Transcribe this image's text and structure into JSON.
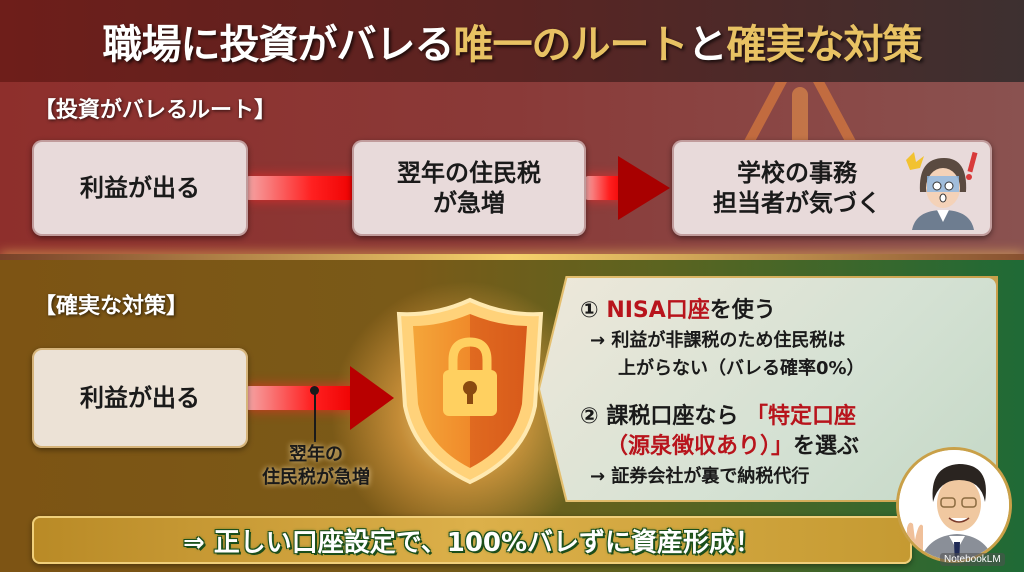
{
  "header": {
    "title_parts": [
      {
        "text": "職場に投資がバレる",
        "style": "white"
      },
      {
        "text": "唯一のルート",
        "style": "gold"
      },
      {
        "text": "と",
        "style": "white"
      },
      {
        "text": "確実な対策",
        "style": "gold"
      }
    ]
  },
  "route": {
    "label": "【投資がバレるルート】",
    "steps": [
      {
        "text": "利益が出る"
      },
      {
        "line1": "翌年の住民税",
        "line2": "が急増"
      },
      {
        "line1": "学校の事務",
        "line2": "担当者が気づく",
        "icon": "surprised-office-worker-icon"
      }
    ],
    "warning_icon": "warning-triangle-icon"
  },
  "measures": {
    "label": "【確実な対策】",
    "start": "利益が出る",
    "blocked_note_line1": "翌年の",
    "blocked_note_line2": "住民税が急増",
    "shield_icon": "shield-lock-icon",
    "items": [
      {
        "num": "①",
        "head_red": "NISA口座",
        "head_black": "を使う",
        "detail_line1": "→ 利益が非課税のため住民税は",
        "detail_line2": "上がらない（バレる確率0%）"
      },
      {
        "num": "②",
        "head_black": "課税口座なら",
        "head_red_line1": "「特定口座",
        "head_red_line2": "（源泉徴収あり）」",
        "head_black2": "を選ぶ",
        "detail_line1": "→ 証券会社が裏で納税代行"
      }
    ]
  },
  "banner": {
    "text": "⇒ 正しい口座設定で、100%バレずに資産形成！"
  },
  "watermark": {
    "text": "NotebookLM"
  },
  "colors": {
    "gold": "#e8c263",
    "red_bar": "#ff2020",
    "highlight_red": "#b8141c",
    "banner_gold": "#dcb04a"
  }
}
